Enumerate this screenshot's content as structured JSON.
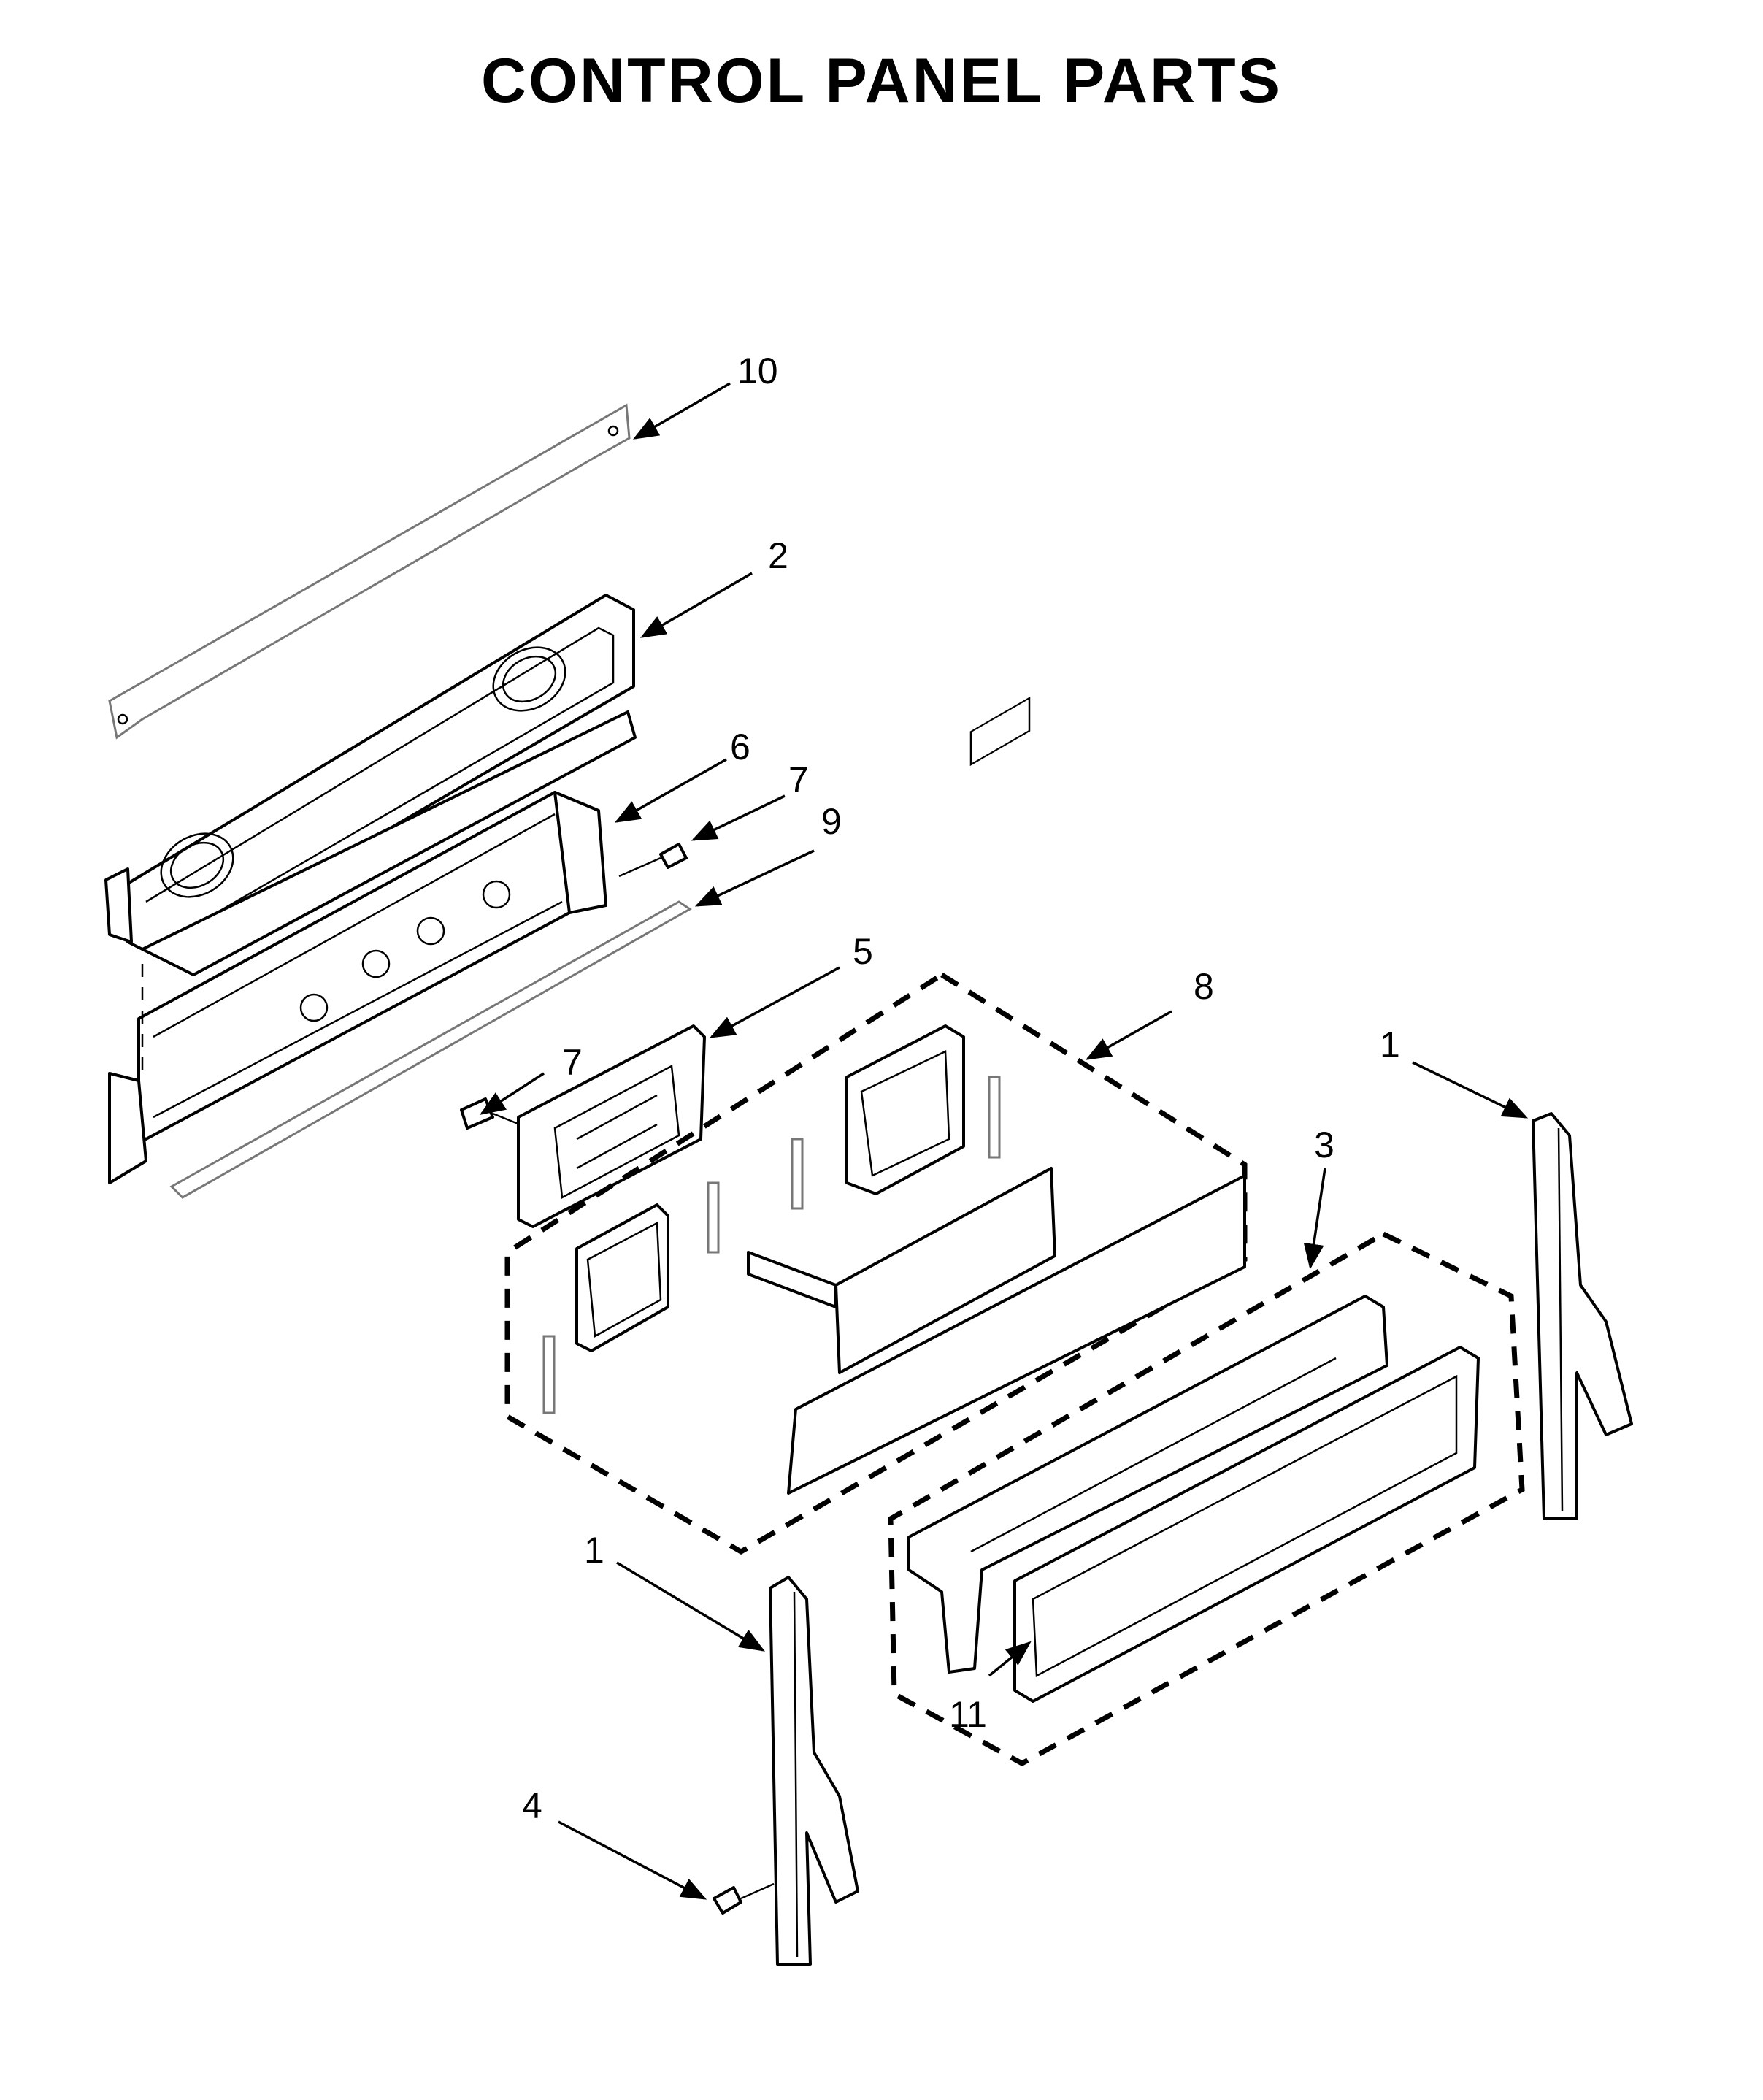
{
  "title": "CONTROL PANEL PARTS",
  "callouts": [
    {
      "id": "c10",
      "label": "10"
    },
    {
      "id": "c2",
      "label": "2"
    },
    {
      "id": "c6",
      "label": "6"
    },
    {
      "id": "c7a",
      "label": "7"
    },
    {
      "id": "c9",
      "label": "9"
    },
    {
      "id": "c5",
      "label": "5"
    },
    {
      "id": "c7b",
      "label": "7"
    },
    {
      "id": "c8",
      "label": "8"
    },
    {
      "id": "c1a",
      "label": "1"
    },
    {
      "id": "c3",
      "label": "3"
    },
    {
      "id": "c1b",
      "label": "1"
    },
    {
      "id": "c11",
      "label": "11"
    },
    {
      "id": "c4",
      "label": "4"
    }
  ]
}
